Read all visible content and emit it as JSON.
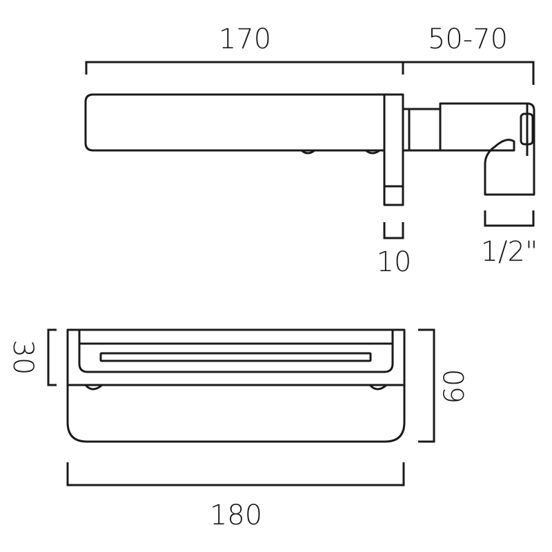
{
  "dimensions": {
    "spout_length": "170",
    "wall_depth": "50-70",
    "plate_thickness": "10",
    "connection_size": "1/2\"",
    "overall_width": "180",
    "spout_height": "30",
    "overall_height": "60"
  }
}
